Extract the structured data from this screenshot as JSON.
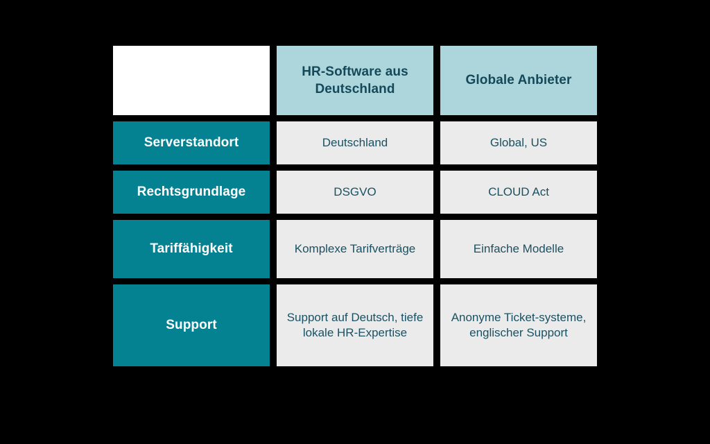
{
  "table": {
    "corner_label": "",
    "column_headers": [
      "HR-Software aus Deutschland",
      "Globale Anbieter"
    ],
    "rows": [
      {
        "label": "Serverstandort",
        "cells": [
          "Deutschland",
          "Global, US"
        ]
      },
      {
        "label": "Rechtsgrundlage",
        "cells": [
          "DSGVO",
          "CLOUD Act"
        ]
      },
      {
        "label": "Tariffähigkeit",
        "cells": [
          "Komplexe Tarifverträge",
          "Einfache Modelle"
        ]
      },
      {
        "label": "Support",
        "cells": [
          "Support auf Deutsch, tiefe lokale HR-Expertise",
          "Anonyme Ticket-systeme, englischer Support"
        ]
      }
    ]
  },
  "colors": {
    "background": "#000000",
    "header_fill": "#acd6db",
    "header_text": "#15495a",
    "row_label_fill": "#048292",
    "row_label_text": "#ffffff",
    "data_fill": "#ebebeb",
    "data_text": "#1a5162",
    "corner_fill": "#ffffff"
  }
}
